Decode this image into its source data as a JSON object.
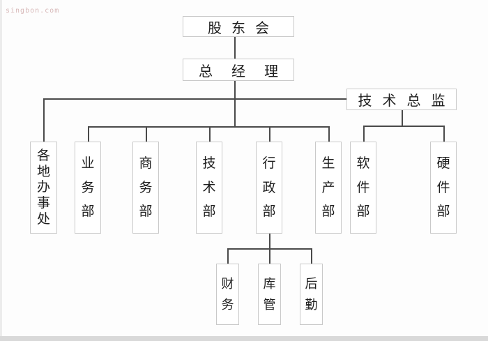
{
  "watermark": {
    "text": "singbon.com",
    "color": "#d8b9b9"
  },
  "org_chart": {
    "type": "organizational-chart",
    "nodes": {
      "shareholders": "股东会",
      "general_manager": "总经理",
      "tech_director": "技术总监",
      "departments": [
        "各地办事处",
        "业务部",
        "商务部",
        "技术部",
        "行政部",
        "生产部",
        "软件部",
        "硬件部"
      ],
      "admin_children": [
        "财务",
        "库管",
        "后勤"
      ]
    },
    "edges": [
      {
        "from": "股东会",
        "to": "总经理"
      },
      {
        "from": "总经理",
        "to": "各地办事处"
      },
      {
        "from": "总经理",
        "to": "业务部"
      },
      {
        "from": "总经理",
        "to": "商务部"
      },
      {
        "from": "总经理",
        "to": "技术部"
      },
      {
        "from": "总经理",
        "to": "行政部"
      },
      {
        "from": "总经理",
        "to": "生产部"
      },
      {
        "from": "总经理",
        "to": "技术总监"
      },
      {
        "from": "技术总监",
        "to": "软件部"
      },
      {
        "from": "技术总监",
        "to": "硬件部"
      },
      {
        "from": "行政部",
        "to": "财务"
      },
      {
        "from": "行政部",
        "to": "库管"
      },
      {
        "from": "行政部",
        "to": "后勤"
      }
    ],
    "colors": {
      "line": "#4a4a4a",
      "box_border": "#c9c9c9",
      "box_fill": "#ffffff",
      "background": "#fdfdfd",
      "bottom_strip": "#d9d9d9"
    }
  }
}
